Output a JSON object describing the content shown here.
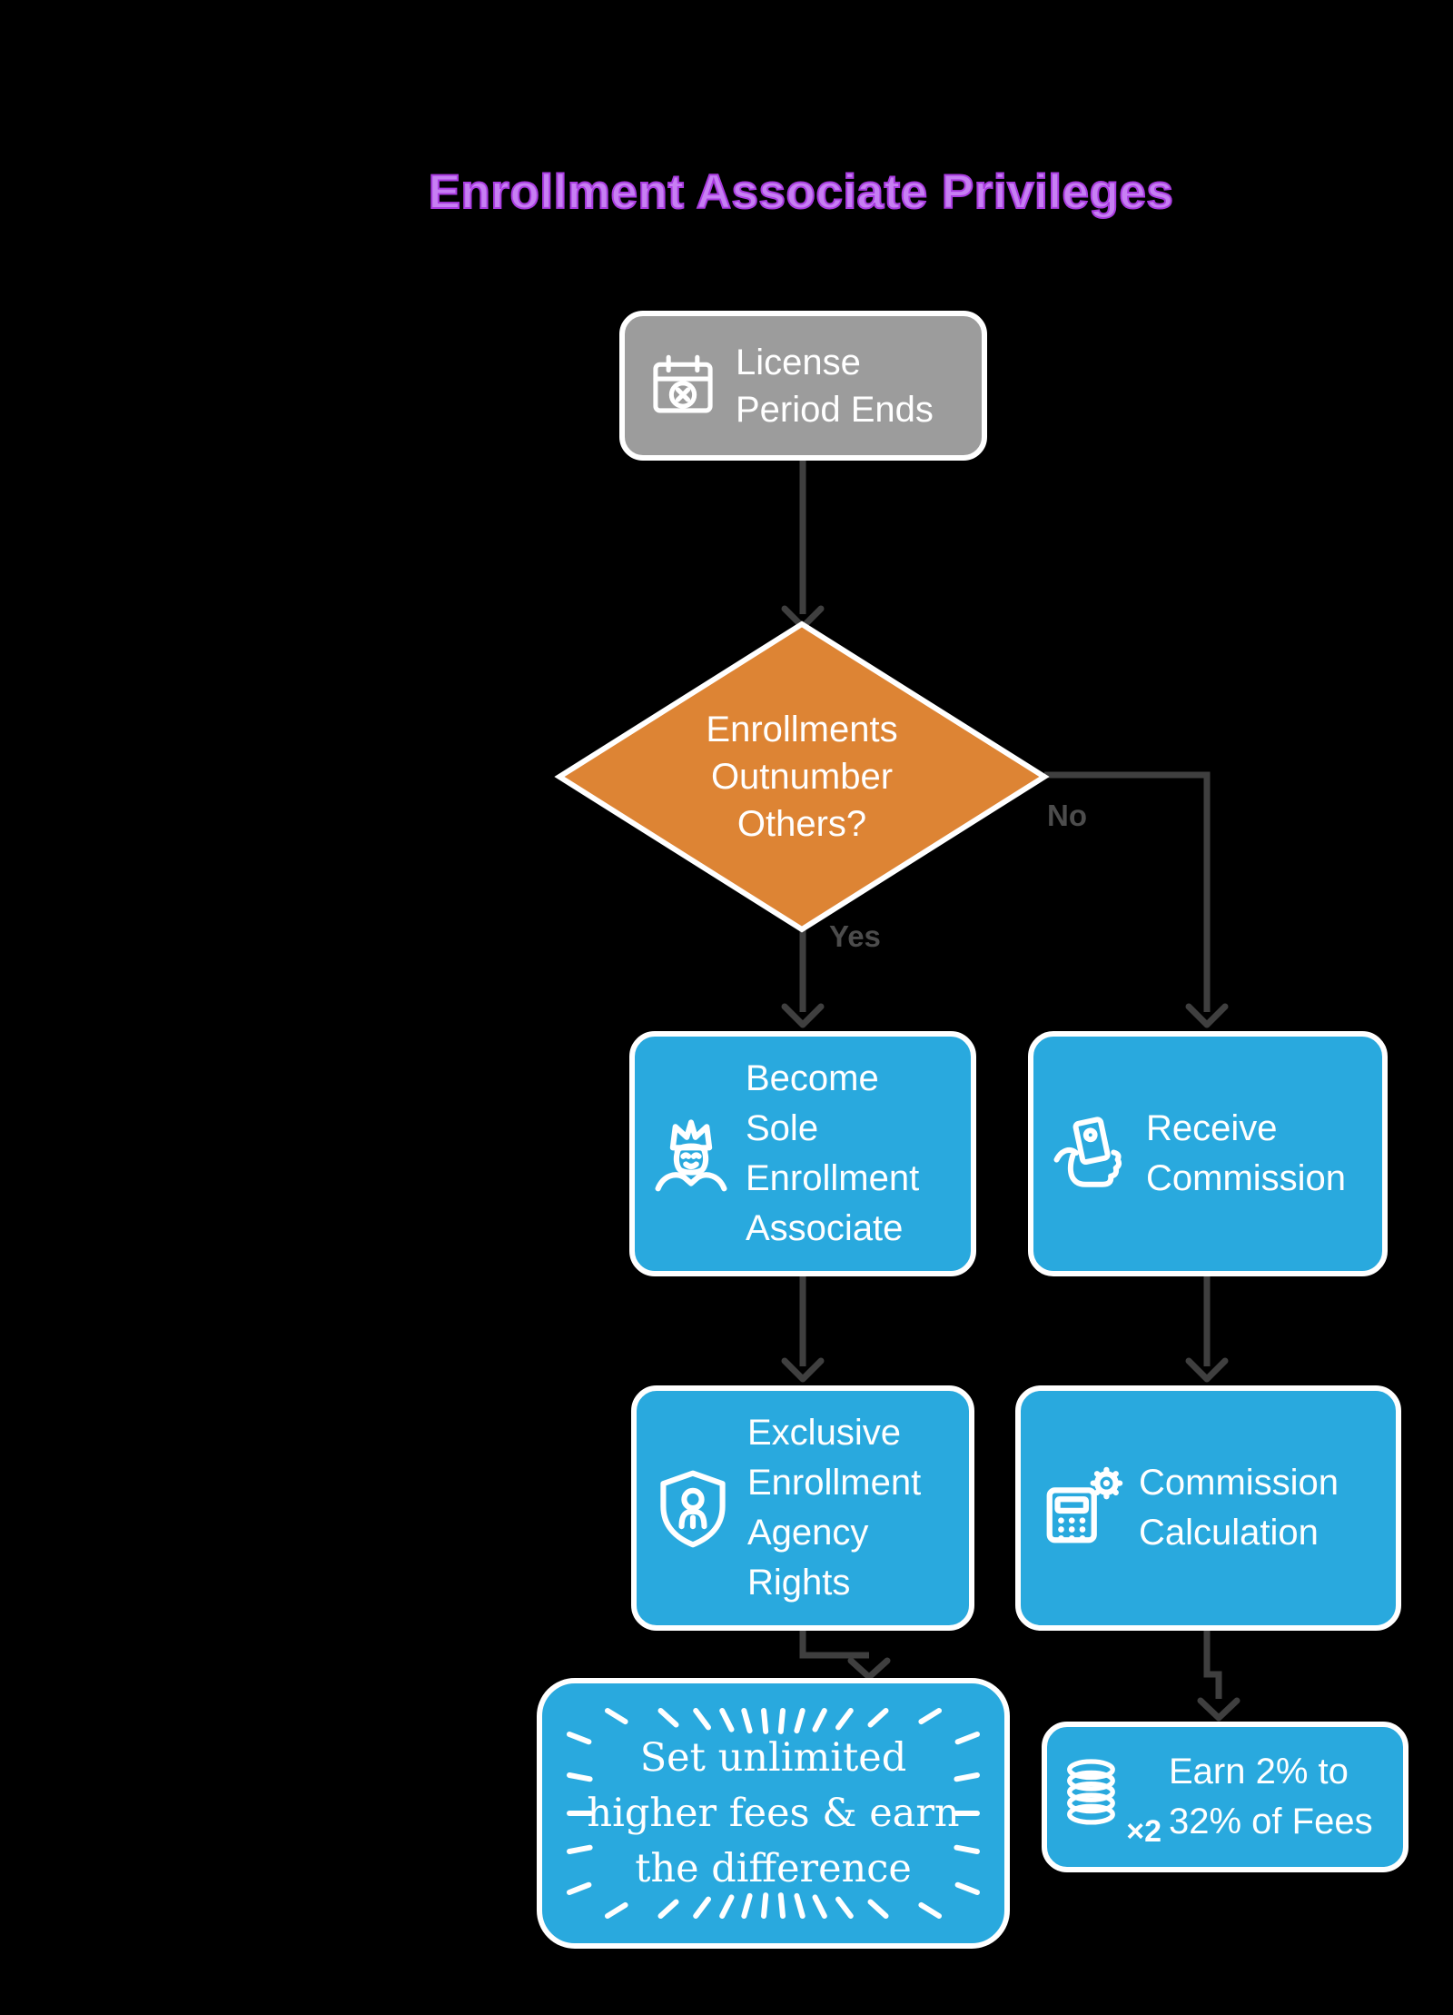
{
  "title": "Enrollment Associate Privileges",
  "colors": {
    "background": "#000000",
    "title_fill": "#C77FF3",
    "title_outline": "#A93BE0",
    "node_blue": "#29A9DE",
    "decision_orange": "#DD8434",
    "start_gray": "#9C9C9C",
    "arrow_gray": "#3F3F3F",
    "branch_label_gray": "#4C4C4C",
    "node_text": "#FFFFFF"
  },
  "nodes": {
    "license": {
      "icon": "calendar-x-icon",
      "lines": [
        "License",
        "Period Ends"
      ]
    },
    "decision": {
      "lines": [
        "Enrollments",
        "Outnumber",
        "Others?"
      ]
    },
    "become": {
      "icon": "king-icon",
      "lines": [
        "Become",
        "Sole",
        "Enrollment",
        "Associate"
      ]
    },
    "receive": {
      "icon": "hand-money-icon",
      "lines": [
        "Receive",
        "Commission"
      ]
    },
    "exclusive": {
      "icon": "shield-person-icon",
      "lines": [
        "Exclusive",
        "Enrollment",
        "Agency",
        "Rights"
      ]
    },
    "calculation": {
      "icon": "calculator-gear-icon",
      "lines": [
        "Commission",
        "Calculation"
      ]
    },
    "fees": {
      "lines": [
        "Set unlimited",
        "higher fees & earn",
        "the difference"
      ]
    },
    "earn": {
      "icon": "coins-icon",
      "multiplier": "×2",
      "lines": [
        "Earn 2% to",
        "32% of Fees"
      ]
    }
  },
  "edges": {
    "yes_label": "Yes",
    "no_label": "No"
  }
}
